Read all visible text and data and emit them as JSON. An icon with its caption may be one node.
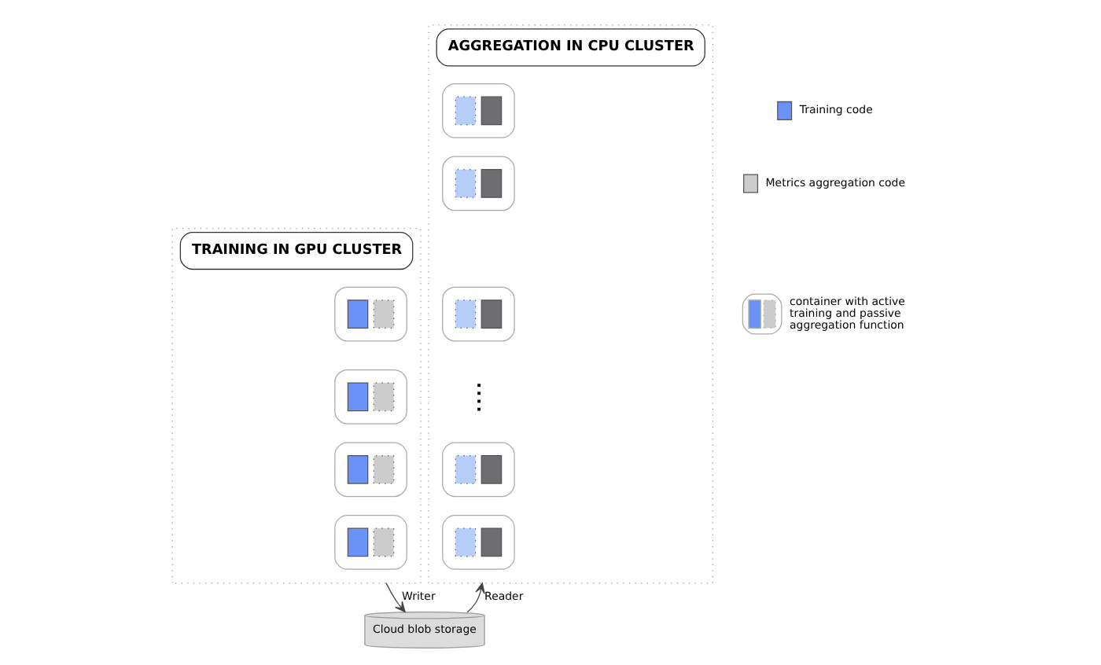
{
  "diagram": {
    "nodes": [
      {
        "text": [
          "TRAINING IN GPU CLUSTER"
        ]
      },
      {
        "text": [],
        "shape": "box",
        "in": 0
      },
      {
        "text": [],
        "shape": "box",
        "in": 0
      },
      {
        "text": [],
        "shape": "box",
        "in": 0
      },
      {
        "text": [],
        "shape": "box",
        "in": 0
      },
      {
        "text": [
          "AGGREGATION IN CPU CLUSTER"
        ]
      },
      {
        "text": [],
        "shape": "box",
        "in": 5
      },
      {
        "text": [],
        "shape": "box",
        "in": 5
      },
      {
        "text": [],
        "shape": "box",
        "in": 5
      },
      {
        "text": [],
        "shape": "box",
        "in": 5
      },
      {
        "text": [],
        "shape": "box",
        "in": 5
      },
      {
        "text": [
          "Cloud blob storage"
        ]
      }
    ],
    "edges": [
      {
        "from": 0,
        "to": 11,
        "arrow": "to",
        "label": "Writer"
      },
      {
        "from": 11,
        "to": 5,
        "arrow": "to",
        "label": "Reader"
      }
    ],
    "legend": [
      {
        "text": "Training code",
        "color": "#6b93f7"
      },
      {
        "text": "Metrics aggregation code",
        "color": "#cccccc"
      },
      {
        "text": "container with active training and passive aggregation function"
      }
    ]
  }
}
